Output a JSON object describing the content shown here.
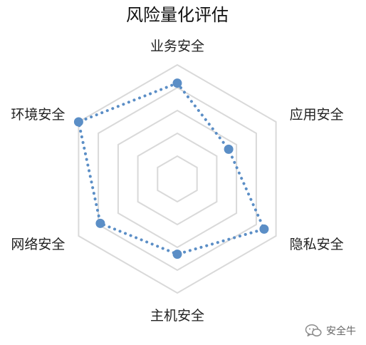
{
  "chart_data": {
    "type": "radar",
    "title": "风险量化评估",
    "categories": [
      "业务安全",
      "应用安全",
      "隐私安全",
      "主机安全",
      "网络安全",
      "环境安全"
    ],
    "scale": {
      "min": 0,
      "max": 5,
      "rings": 5
    },
    "series": [
      {
        "values": [
          4.2,
          2.6,
          4.4,
          3.3,
          3.9,
          5.0
        ],
        "color": "#5b8ec6",
        "line_style": "dotted"
      }
    ],
    "grid": true,
    "grid_color": "#d9d9d9"
  },
  "watermark": {
    "text": "安全牛",
    "icon": "wechat-bubble-icon"
  }
}
